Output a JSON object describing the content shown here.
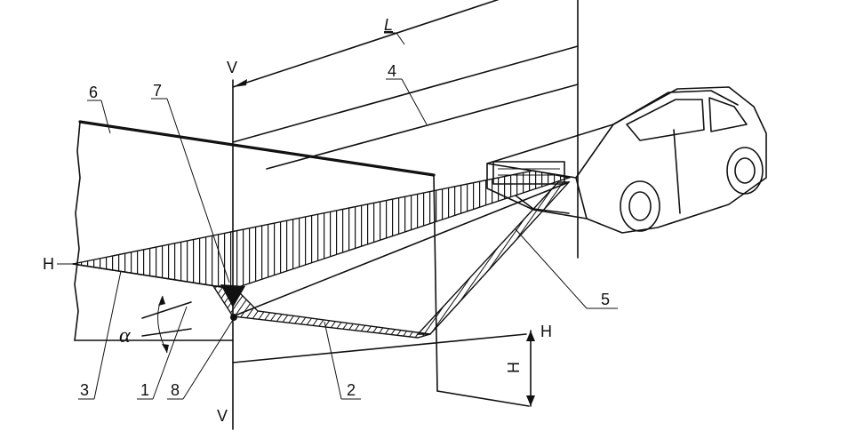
{
  "labels": {
    "v_top": "V",
    "v_bottom": "V",
    "h_left": "H",
    "h_right": "H",
    "height": "H",
    "distance": "L",
    "alpha": "α",
    "n1": "1",
    "n2": "2",
    "n3": "3",
    "n4": "4",
    "n5": "5",
    "n6": "6",
    "n7": "7",
    "n8": "8"
  }
}
